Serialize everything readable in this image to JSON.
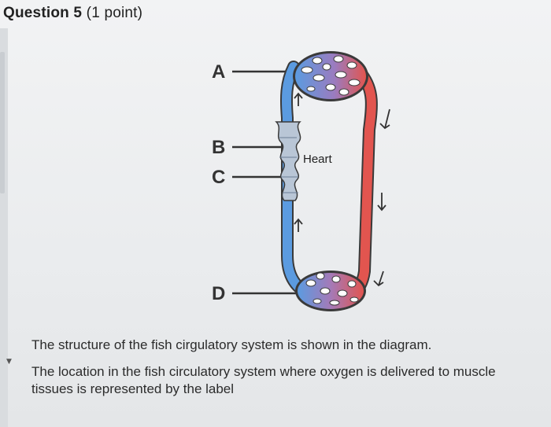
{
  "question": {
    "title": "Question 5",
    "points": "(1 point)"
  },
  "diagram": {
    "labels": [
      "A",
      "B",
      "C",
      "D"
    ],
    "heart_label": "Heart"
  },
  "stem": {
    "line1": "The structure of the fish cirgulatory system is shown in the diagram.",
    "line2": "The location in the fish circulatory system where oxygen is delivered to muscle tissues is represented by the label"
  },
  "colors": {
    "artery": "#e2554f",
    "vein": "#5b9be0",
    "outline": "#3a3a3a"
  }
}
